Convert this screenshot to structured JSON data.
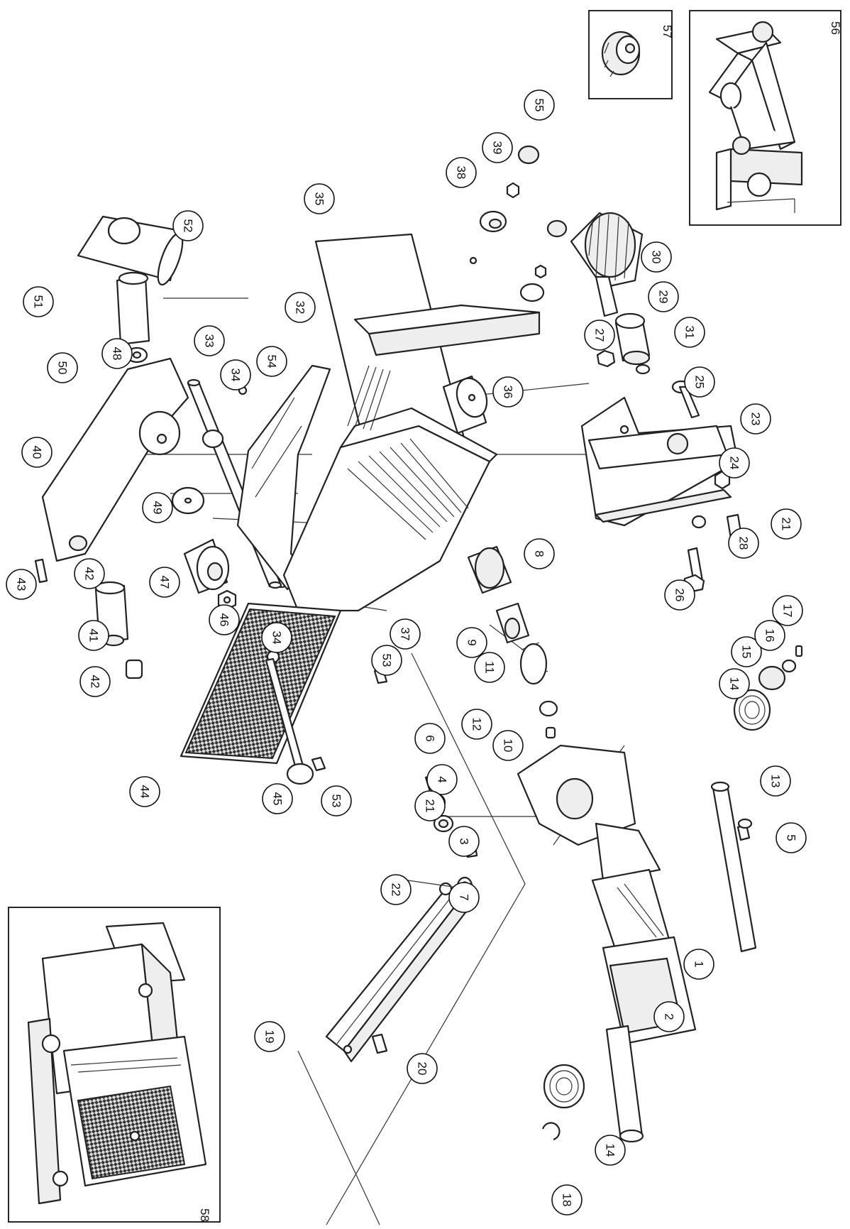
{
  "callouts": [
    {
      "label": "1"
    },
    {
      "label": "2"
    },
    {
      "label": "3"
    },
    {
      "label": "4"
    },
    {
      "label": "5"
    },
    {
      "label": "6"
    },
    {
      "label": "7"
    },
    {
      "label": "8"
    },
    {
      "label": "9"
    },
    {
      "label": "10"
    },
    {
      "label": "11"
    },
    {
      "label": "12"
    },
    {
      "label": "13"
    },
    {
      "label": "14"
    },
    {
      "label": "14"
    },
    {
      "label": "15"
    },
    {
      "label": "16"
    },
    {
      "label": "17"
    },
    {
      "label": "18"
    },
    {
      "label": "19"
    },
    {
      "label": "20"
    },
    {
      "label": "21"
    },
    {
      "label": "21"
    },
    {
      "label": "22"
    },
    {
      "label": "23"
    },
    {
      "label": "24"
    },
    {
      "label": "25"
    },
    {
      "label": "26"
    },
    {
      "label": "27"
    },
    {
      "label": "28"
    },
    {
      "label": "29"
    },
    {
      "label": "30"
    },
    {
      "label": "31"
    },
    {
      "label": "32"
    },
    {
      "label": "33"
    },
    {
      "label": "34"
    },
    {
      "label": "34"
    },
    {
      "label": "35"
    },
    {
      "label": "36"
    },
    {
      "label": "37"
    },
    {
      "label": "38"
    },
    {
      "label": "39"
    },
    {
      "label": "40"
    },
    {
      "label": "41"
    },
    {
      "label": "42"
    },
    {
      "label": "42"
    },
    {
      "label": "43"
    },
    {
      "label": "44"
    },
    {
      "label": "45"
    },
    {
      "label": "46"
    },
    {
      "label": "47"
    },
    {
      "label": "48"
    },
    {
      "label": "49"
    },
    {
      "label": "50"
    },
    {
      "label": "51"
    },
    {
      "label": "52"
    },
    {
      "label": "53"
    },
    {
      "label": "53"
    },
    {
      "label": "54"
    },
    {
      "label": "55"
    }
  ],
  "insets": [
    {
      "label": "56"
    },
    {
      "label": "57"
    },
    {
      "label": "58"
    }
  ]
}
